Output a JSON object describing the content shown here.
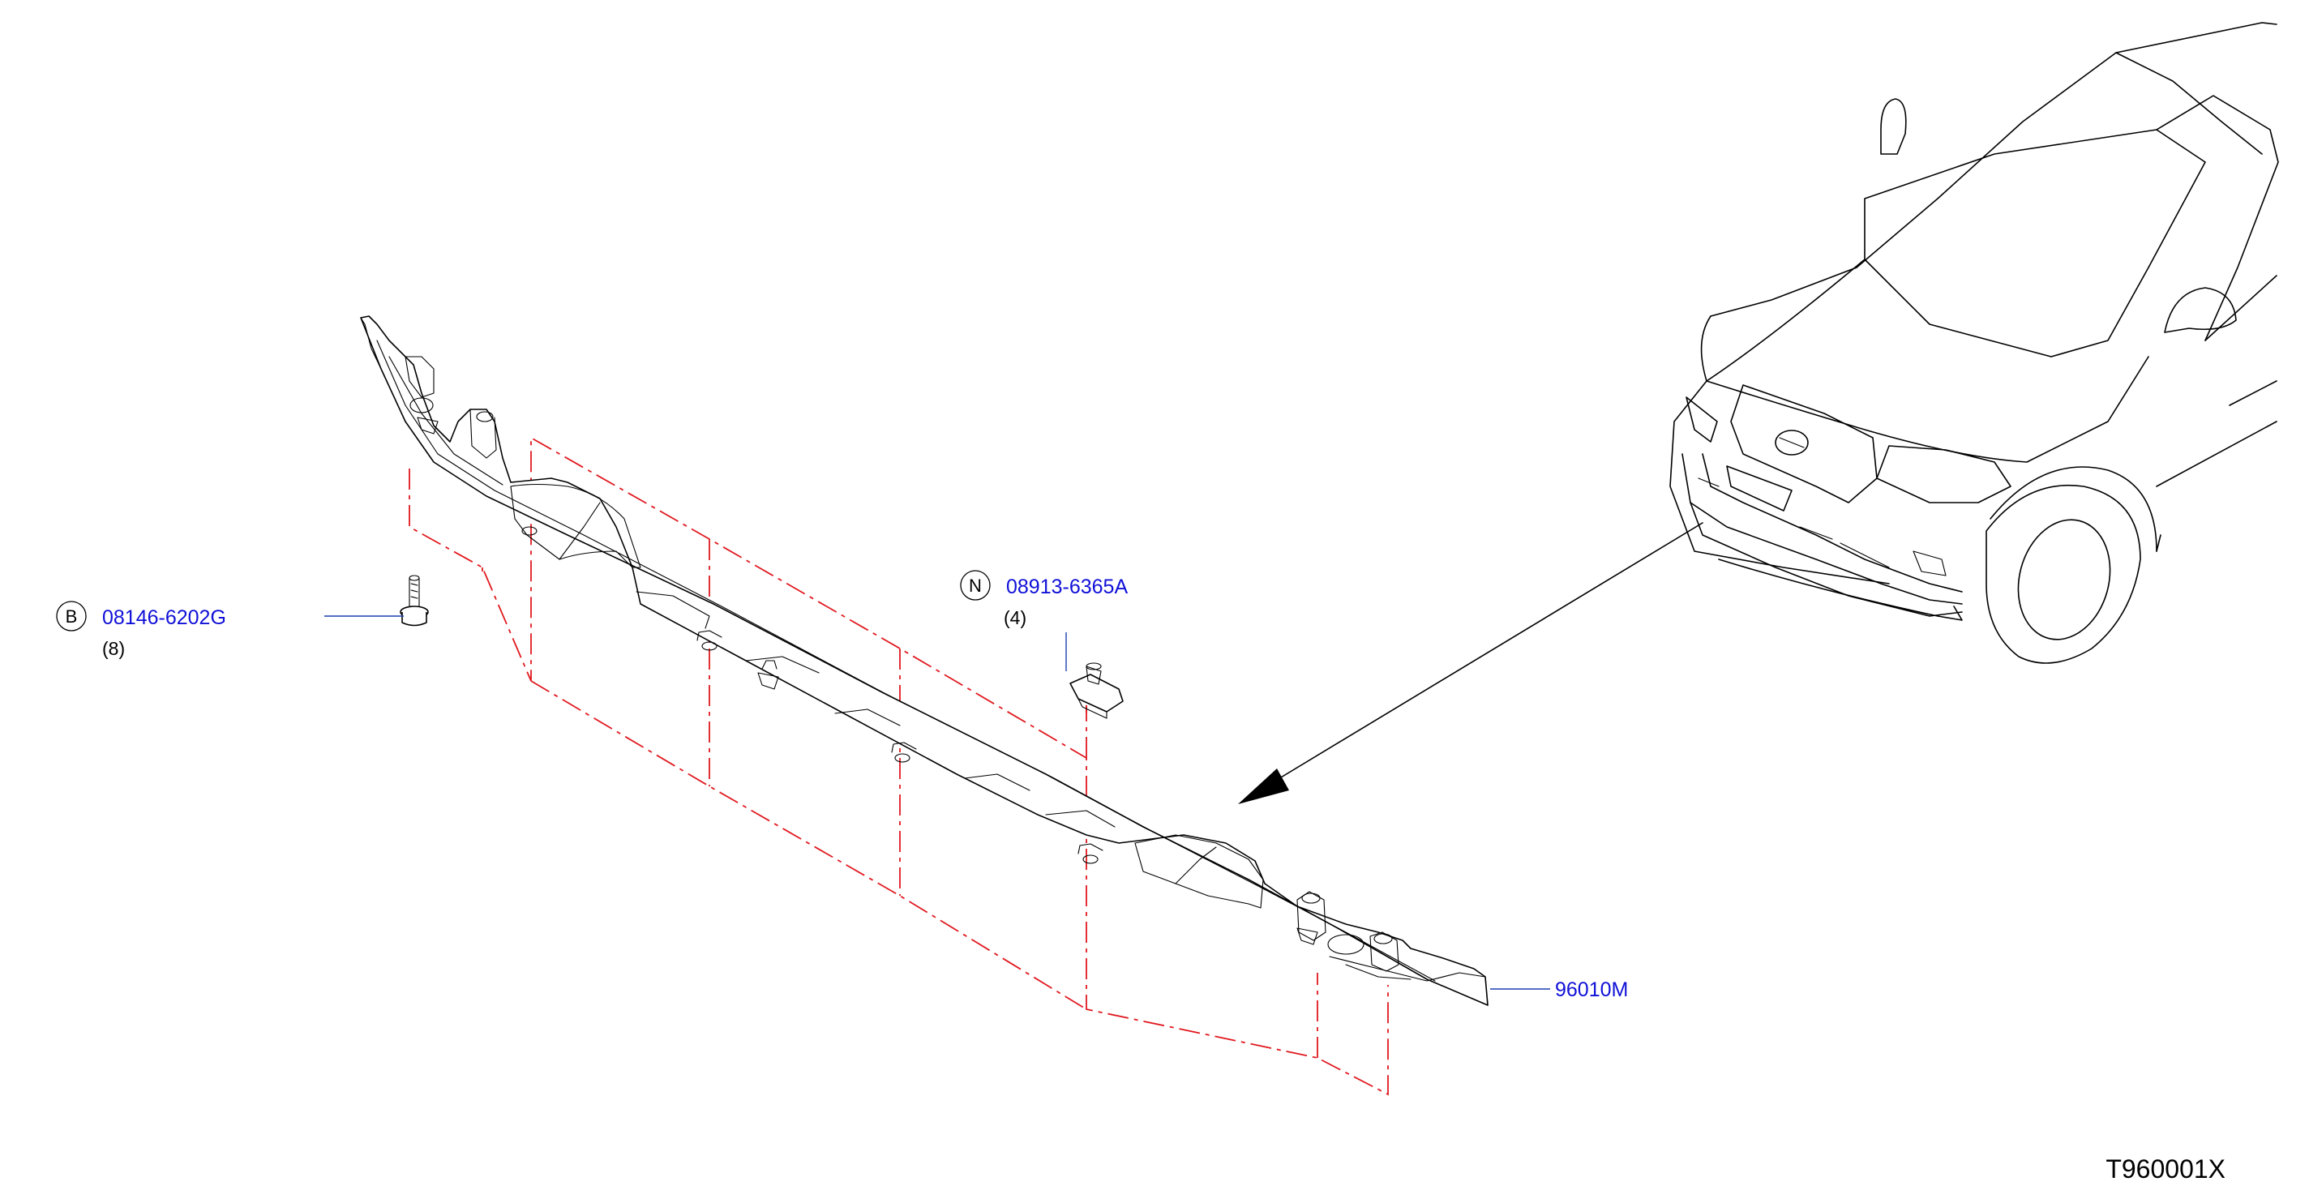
{
  "callouts": [
    {
      "marker": "B",
      "part_number": "08146-6202G",
      "quantity": "(8)"
    },
    {
      "marker": "N",
      "part_number": "08913-6365A",
      "quantity": "(4)"
    },
    {
      "marker": "",
      "part_number": "96010M",
      "quantity": ""
    }
  ],
  "diagram_code": "T960001X",
  "colors": {
    "part_number_text": "#1010d8",
    "leader_line": "#1a3fb0",
    "assembly_line": "#e0191f",
    "drawing_line": "#000000"
  },
  "icons": [
    "vehicle-front-illustration-icon",
    "bolt-icon",
    "clip-nut-icon",
    "spoiler-panel-icon",
    "direction-arrow-icon"
  ]
}
